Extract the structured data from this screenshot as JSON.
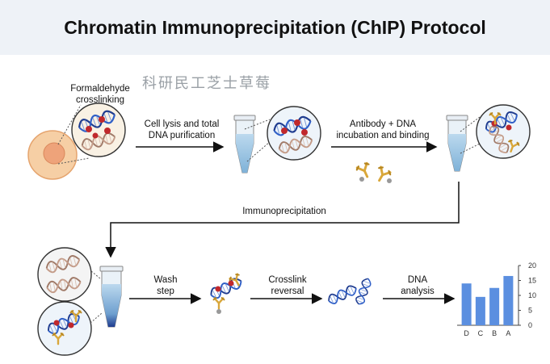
{
  "title": "Chromatin Immunoprecipitation (ChIP) Protocol",
  "watermark": "科研民工芝士草莓",
  "steps": {
    "crosslink": {
      "line1": "Formaldehyde",
      "line2": "crosslinking"
    },
    "lysis": {
      "line1": "Cell lysis and total",
      "line2": "DNA purification"
    },
    "antibody": {
      "line1": "Antibody + DNA",
      "line2": "incubation and binding"
    },
    "ip": {
      "label": "Immunoprecipitation"
    },
    "wash": {
      "line1": "Wash",
      "line2": "step"
    },
    "reversal": {
      "line1": "Crosslink",
      "line2": "reversal"
    },
    "analysis": {
      "line1": "DNA",
      "line2": "analysis"
    }
  },
  "colors": {
    "header_bg": "#eef2f7",
    "dna_blue": "#1f3c8f",
    "dna_brown": "#a07a68",
    "protein_red": "#c0282c",
    "antibody_gold": "#d9a73a",
    "bar_blue": "#5b8fe0"
  },
  "chart_data": {
    "type": "bar",
    "categories": [
      "D",
      "C",
      "B",
      "A"
    ],
    "values": [
      14,
      9.5,
      12.5,
      16.5
    ],
    "ylim": [
      0,
      20
    ],
    "yticks": [
      "0",
      "5",
      "10",
      "15",
      "20"
    ],
    "title": "",
    "xlabel": "",
    "ylabel": ""
  }
}
